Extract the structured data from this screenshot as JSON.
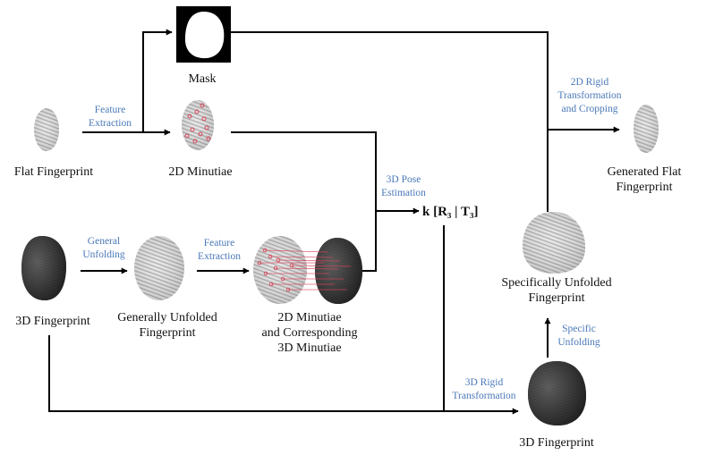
{
  "colors": {
    "stepLabel": "#4a78b8",
    "minutiae": "#d8455a",
    "mask": "#000000"
  },
  "nodes": {
    "flat_fp": {
      "label": [
        "Flat Fingerprint"
      ]
    },
    "mask": {
      "label": [
        "Mask"
      ]
    },
    "minutiae_2d": {
      "label": [
        "2D Minutiae"
      ]
    },
    "fp3d_top": {
      "label": [
        "3D Fingerprint"
      ]
    },
    "gen_unfolded": {
      "label": [
        "Generally Unfolded",
        "Fingerprint"
      ]
    },
    "corr_minutiae": {
      "label": [
        "2D Minutiae",
        "and Corresponding",
        "3D Minutiae"
      ]
    },
    "pose": {
      "label": [
        "k [R₃ | T₃]"
      ]
    },
    "generated_flat": {
      "label": [
        "Generated Flat",
        "Fingerprint"
      ]
    },
    "spec_unfolded": {
      "label": [
        "Specifically Unfolded",
        "Fingerprint"
      ]
    },
    "fp3d_bottom": {
      "label": [
        "3D Fingerprint"
      ]
    }
  },
  "steps": {
    "feat1": [
      "Feature",
      "Extraction"
    ],
    "general_unfold": [
      "General",
      "Unfolding"
    ],
    "feat2": [
      "Feature",
      "Extraction"
    ],
    "pose_est": [
      "3D Pose",
      "Estimation"
    ],
    "rigid2d": [
      "2D Rigid",
      "Transformation",
      "and Cropping"
    ],
    "spec_unfold": [
      "Specific",
      "Unfolding"
    ],
    "rigid3d": [
      "3D Rigid",
      "Transformation"
    ]
  }
}
